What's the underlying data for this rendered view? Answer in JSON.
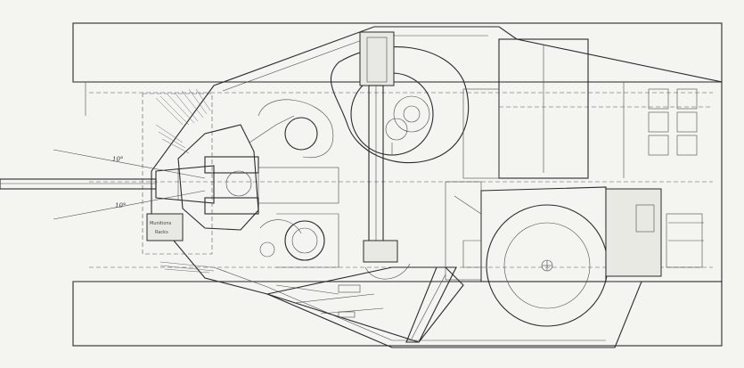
{
  "annotations": {
    "angle_up": "10°",
    "angle_down": "10°",
    "ammo_label_line1": "Munitions",
    "ammo_label_line2": "Racks"
  },
  "colors": {
    "paper": "#f4f4f1",
    "ink": "#2a2a2a"
  }
}
